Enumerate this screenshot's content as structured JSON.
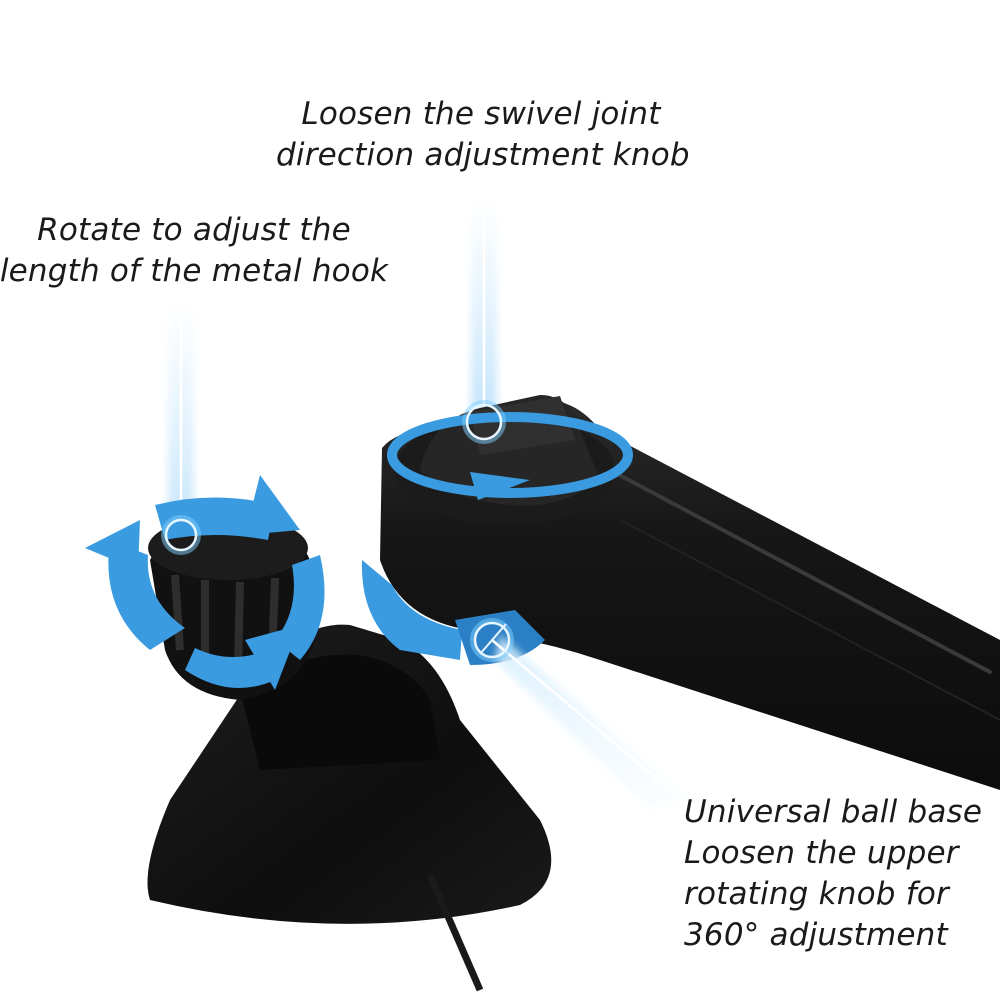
{
  "image": {
    "description": "Product diagram of a black adjustable mount arm with blue rotation arrows and callout leader lines",
    "background_color": "#ffffff",
    "accent_color": "#3a9be0",
    "product_color": "#151515"
  },
  "callouts": [
    {
      "id": "swivel-joint",
      "lines": [
        "Loosen the swivel joint",
        "direction adjustment knob"
      ]
    },
    {
      "id": "metal-hook",
      "lines": [
        "Rotate to adjust the",
        "length of the metal hook"
      ]
    },
    {
      "id": "ball-base",
      "lines": [
        "Universal ball base",
        "Loosen the upper",
        "rotating knob for",
        "360° adjustment"
      ]
    }
  ]
}
